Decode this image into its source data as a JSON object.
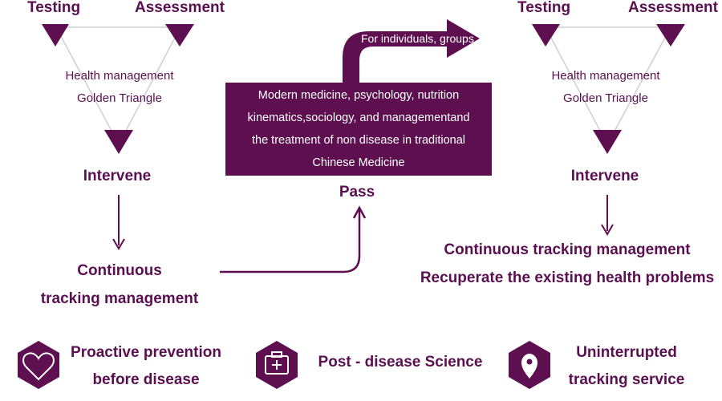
{
  "left_triangle": {
    "top_left": "Testing",
    "top_right": "Assessment",
    "center_line1": "Health management",
    "center_line2": "Golden Triangle",
    "bottom": "Intervene"
  },
  "right_triangle": {
    "top_left": "Testing",
    "top_right": "Assessment",
    "center_line1": "Health management",
    "center_line2": "Golden Triangle",
    "bottom": "Intervene"
  },
  "left_flow": {
    "line1": "Continuous",
    "line2": "tracking management"
  },
  "center": {
    "arrow_text": "For individuals, groups",
    "methods": [
      "Modern medicine, psychology, nutrition",
      "kinematics,sociology, and managementand",
      "the treatment of non disease in traditional",
      "Chinese Medicine"
    ],
    "pass": "Pass"
  },
  "right_flow": {
    "line1": "Continuous tracking management",
    "line2": "Recuperate the existing health problems"
  },
  "footer": [
    {
      "icon": "heart-icon",
      "line1": "Proactive prevention",
      "line2": "before disease"
    },
    {
      "icon": "medical-kit-icon",
      "line1": "Post - disease Science",
      "line2": ""
    },
    {
      "icon": "location-pin-icon",
      "line1": "Uninterrupted",
      "line2": "tracking service"
    }
  ],
  "colors": {
    "accent": "#5d0f4f",
    "line": "#c8c8c8"
  }
}
